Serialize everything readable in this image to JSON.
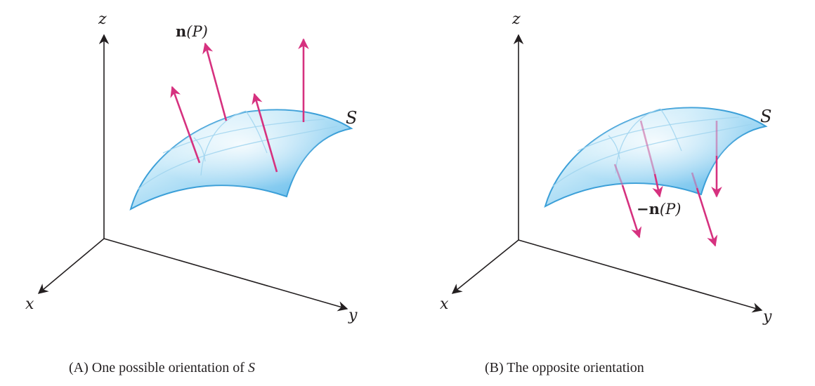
{
  "panel_a": {
    "axis_labels": {
      "x": "x",
      "y": "y",
      "z": "z"
    },
    "surface_label": "S",
    "normal_label": {
      "bold": "n",
      "rest": "(P)"
    },
    "caption": {
      "prefix": "(A) One possible orientation of ",
      "symbol": "S"
    }
  },
  "panel_b": {
    "axis_labels": {
      "x": "x",
      "y": "y",
      "z": "z"
    },
    "surface_label": "S",
    "normal_label": {
      "sign": "−",
      "bold": "n",
      "rest": "(P)"
    },
    "caption": "(B) The opposite orientation"
  },
  "colors": {
    "surface_light": "#e8f6fd",
    "surface_mid": "#8fd0f2",
    "surface_dark": "#3a9ed9",
    "vector": "#d6317f",
    "axis": "#231f20"
  }
}
